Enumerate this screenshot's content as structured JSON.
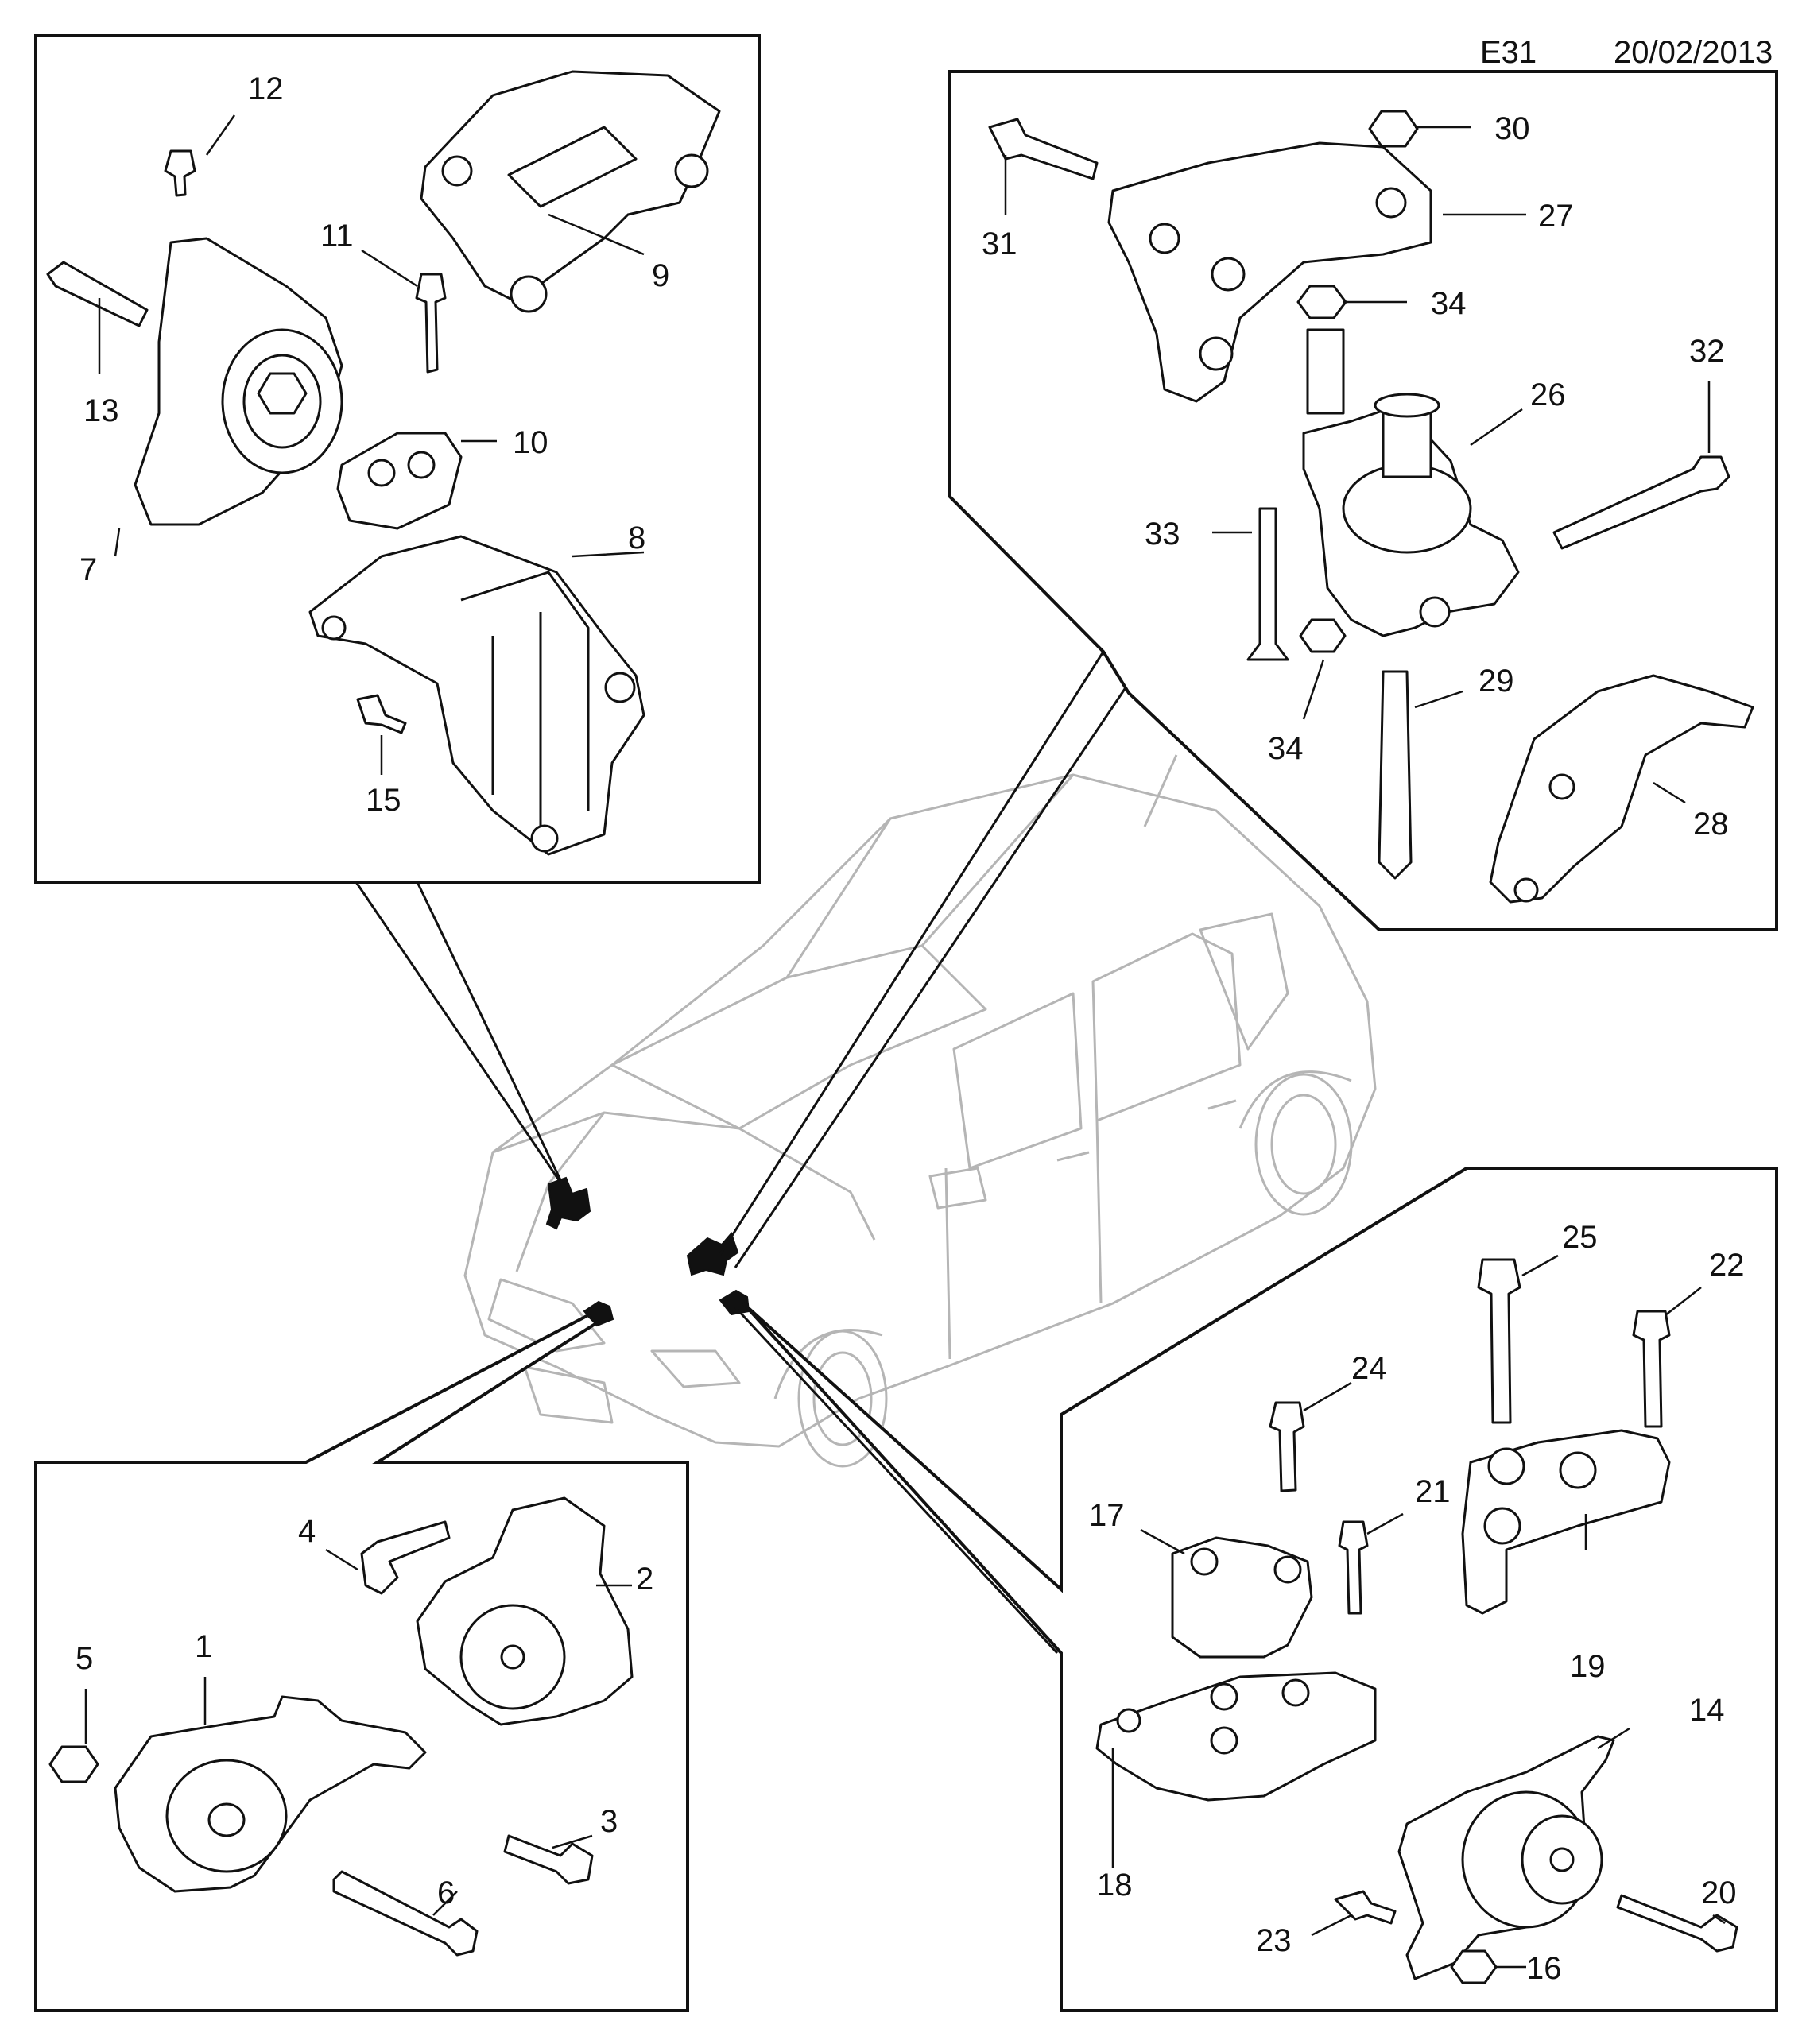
{
  "header": {
    "code": "E31",
    "date": "20/02/2013"
  },
  "colors": {
    "line": "#111111",
    "part_fill": "#ffffff",
    "car_line": "#b5b5b5",
    "mount_mark": "#111111"
  },
  "panels": {
    "top_left": {
      "callouts": [
        "7",
        "8",
        "9",
        "10",
        "11",
        "12",
        "13",
        "15"
      ]
    },
    "top_right": {
      "callouts": [
        "26",
        "27",
        "28",
        "29",
        "30",
        "31",
        "32",
        "33",
        "34",
        "34"
      ]
    },
    "bottom_left": {
      "callouts": [
        "1",
        "2",
        "3",
        "4",
        "5",
        "6"
      ]
    },
    "bottom_right": {
      "callouts": [
        "14",
        "16",
        "17",
        "18",
        "19",
        "20",
        "21",
        "22",
        "23",
        "24",
        "25"
      ]
    }
  },
  "icons": [
    "vehicle-hatchback-outline",
    "engine-mount",
    "bracket",
    "bolt",
    "nut",
    "stud"
  ]
}
